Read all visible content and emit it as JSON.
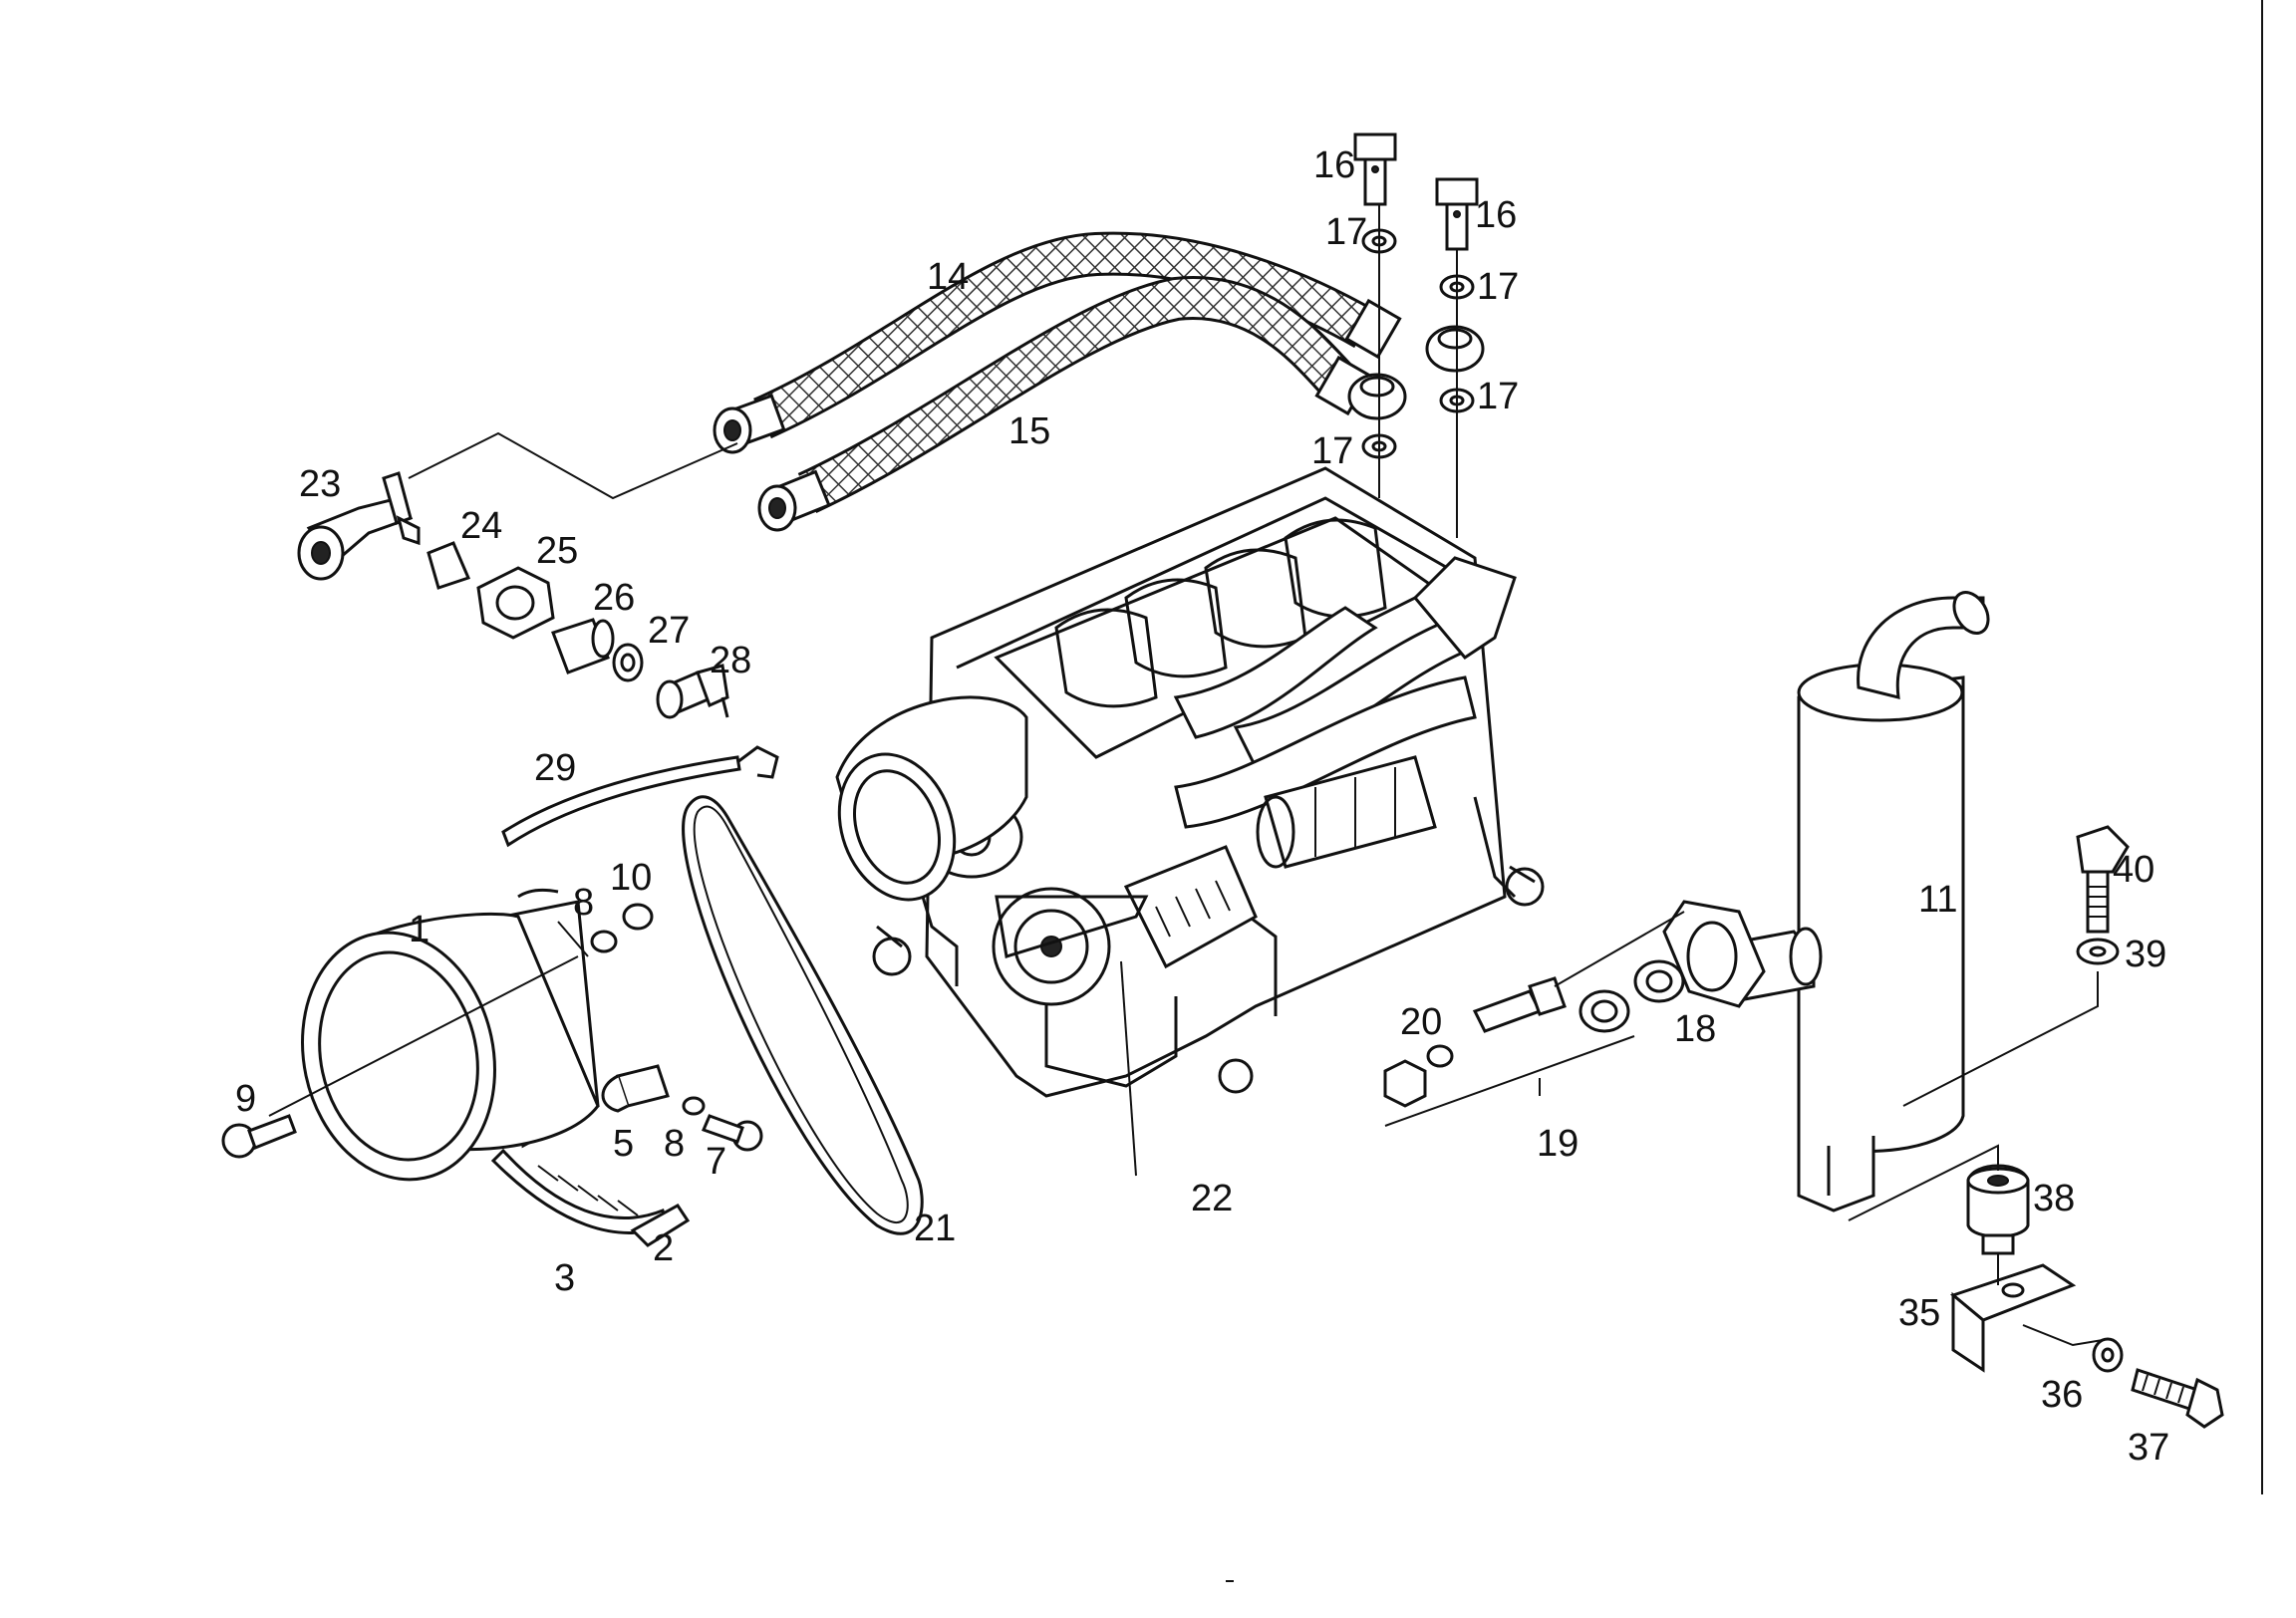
{
  "labels": {
    "p1": "1",
    "p2": "2",
    "p3": "3",
    "p5": "5",
    "p7": "7",
    "p8a": "8",
    "p8b": "8",
    "p9": "9",
    "p10": "10",
    "p11": "11",
    "p14": "14",
    "p15": "15",
    "p16a": "16",
    "p16b": "16",
    "p17a": "17",
    "p17b": "17",
    "p17c": "17",
    "p17d": "17",
    "p18": "18",
    "p19": "19",
    "p20": "20",
    "p21": "21",
    "p22": "22",
    "p23": "23",
    "p24": "24",
    "p25": "25",
    "p26": "26",
    "p27": "27",
    "p28": "28",
    "p29": "29",
    "p35": "35",
    "p36": "36",
    "p37": "37",
    "p38": "38",
    "p39": "39",
    "p40": "40"
  },
  "colors": {
    "ink": "#111111",
    "paper": "#ffffff",
    "hose_mesh": "#333333"
  }
}
